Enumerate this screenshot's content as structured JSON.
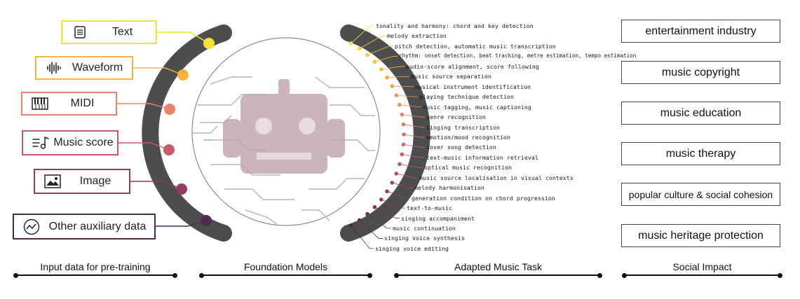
{
  "inputs": {
    "title": "Input data for pre-training",
    "items": [
      {
        "label": "Text",
        "icon": "document-icon",
        "color": "#f2e23a"
      },
      {
        "label": "Waveform",
        "icon": "waveform-icon",
        "color": "#f5b341"
      },
      {
        "label": "MIDI",
        "icon": "piano-keyboard-icon",
        "color": "#e9836a"
      },
      {
        "label": "Music score",
        "icon": "music-score-icon",
        "color": "#c45c67"
      },
      {
        "label": "Image",
        "icon": "image-icon",
        "color": "#8f3b63"
      },
      {
        "label": "Other auxiliary data",
        "icon": "line-chart-icon",
        "color": "#4e2a4f"
      }
    ]
  },
  "foundation": {
    "title": "Foundation Models"
  },
  "tasks": {
    "title": "Adapted Music Task",
    "items": [
      "tonality and harmony: chord and key detection",
      "melody extraction",
      "pitch detection, automatic music transcription",
      "rhythm: onset detection, beat tracking, metre estimation, tempo estimation",
      "audio-score alignment, score following",
      "music source separation",
      "musical instrument identification",
      "playing technique detection",
      "music tagging, music captioning",
      "genre recognition",
      "singing transcription",
      "emotion/mood recognition",
      "cover song detection",
      "text-music information retrieval",
      "optical music recognition",
      "music source localisation in visual contexts",
      "melody harmonisation",
      "generation condition on chord progression",
      "text-to-music",
      "singing accompaniment",
      "music continuation",
      "singing voice synthesis",
      "singing voice editing"
    ]
  },
  "impact": {
    "title": "Social Impact",
    "items": [
      "entertainment industry",
      "music copyright",
      "music education",
      "music therapy",
      "popular culture & social cohesion",
      "music heritage protection"
    ]
  }
}
